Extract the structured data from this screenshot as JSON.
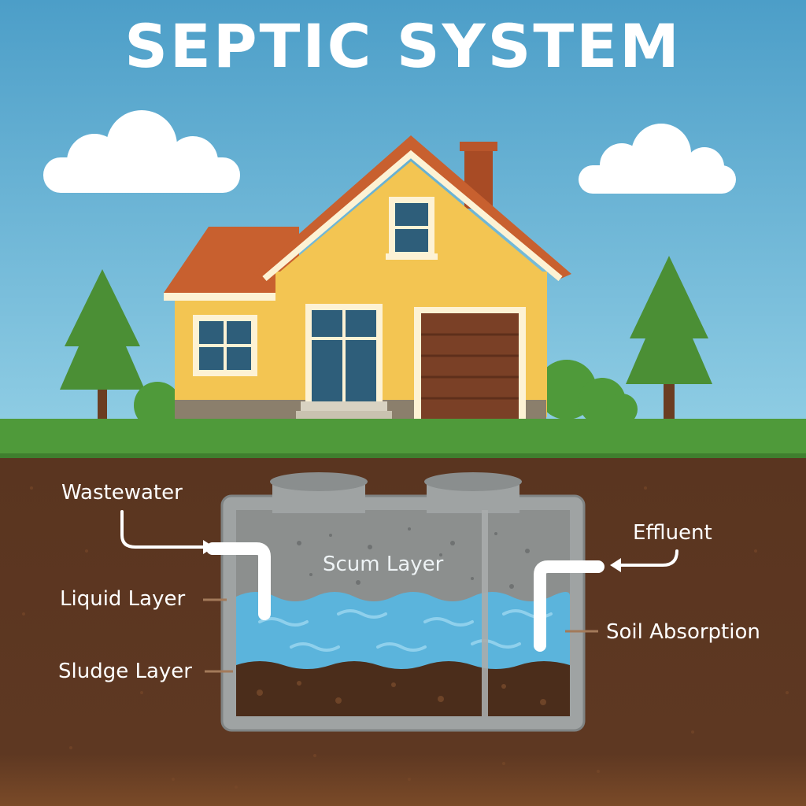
{
  "title": "SEPTIC SYSTEM",
  "labels": {
    "wastewater": "Wastewater",
    "liquid_layer": "Liquid Layer",
    "sludge_layer": "Sludge Layer",
    "scum_layer": "Scum Layer",
    "effluent": "Effluent",
    "soil_absorption": "Soil Absorption"
  },
  "colors": {
    "sky_top": "#4c9ec8",
    "sky_bottom": "#8dcbe3",
    "grass": "#4f9a3a",
    "soil": "#5a3520",
    "tank_wall": "#9fa3a3",
    "scum": "#8c8f8e",
    "water": "#5bb4dc",
    "sludge": "#4b2d1b",
    "house_wall": "#f3c552",
    "roof": "#c8602f",
    "garage": "#7a4026"
  }
}
